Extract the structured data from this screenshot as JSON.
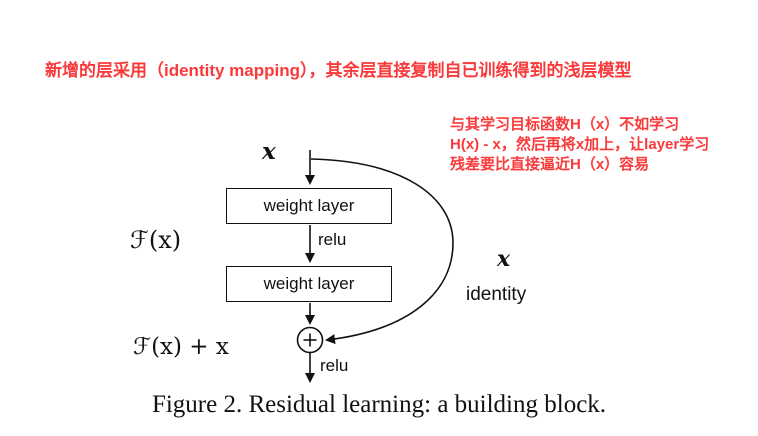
{
  "annotations": {
    "note_color": "#fa3a3a",
    "top_note": "新增的层采用（identity mapping），其余层直接复制自已训练得到的浅层模型",
    "side_note_lines": [
      "与其学习目标函数H（x）不如学习",
      "H(x) - x，然后再将x加上，让layer学习",
      "残差要比直接逼近H（x）容易"
    ]
  },
  "diagram": {
    "input_label": "x",
    "residual_function_label": "ℱ(x)",
    "weight_layer_top": "weight layer",
    "relu_mid": "relu",
    "weight_layer_bottom": "weight layer",
    "skip_x_label": "x",
    "skip_identity_label": "identity",
    "sum_output_label": "ℱ(x) + x",
    "relu_out": "relu"
  },
  "caption": "Figure 2. Residual learning: a building block."
}
